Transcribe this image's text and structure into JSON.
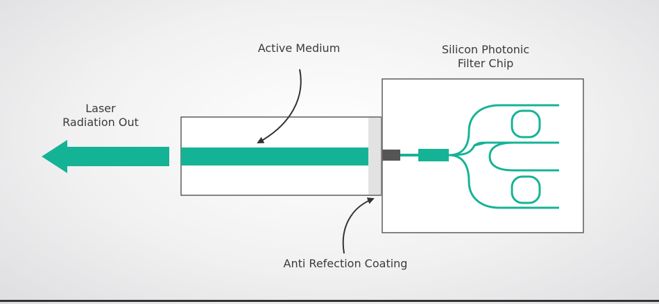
{
  "labels": {
    "laser_out": [
      "Laser",
      "Radiation Out"
    ],
    "active_medium": "Active Medium",
    "filter_chip": [
      "Silicon Photonic",
      "Filter Chip"
    ],
    "coating": "Anti Refection Coating"
  },
  "colors": {
    "teal": "#15b395",
    "outline": "#5a5a5a",
    "text": "#3a3a3a",
    "coating": "#e2e2e2",
    "coupler": "#555555"
  }
}
